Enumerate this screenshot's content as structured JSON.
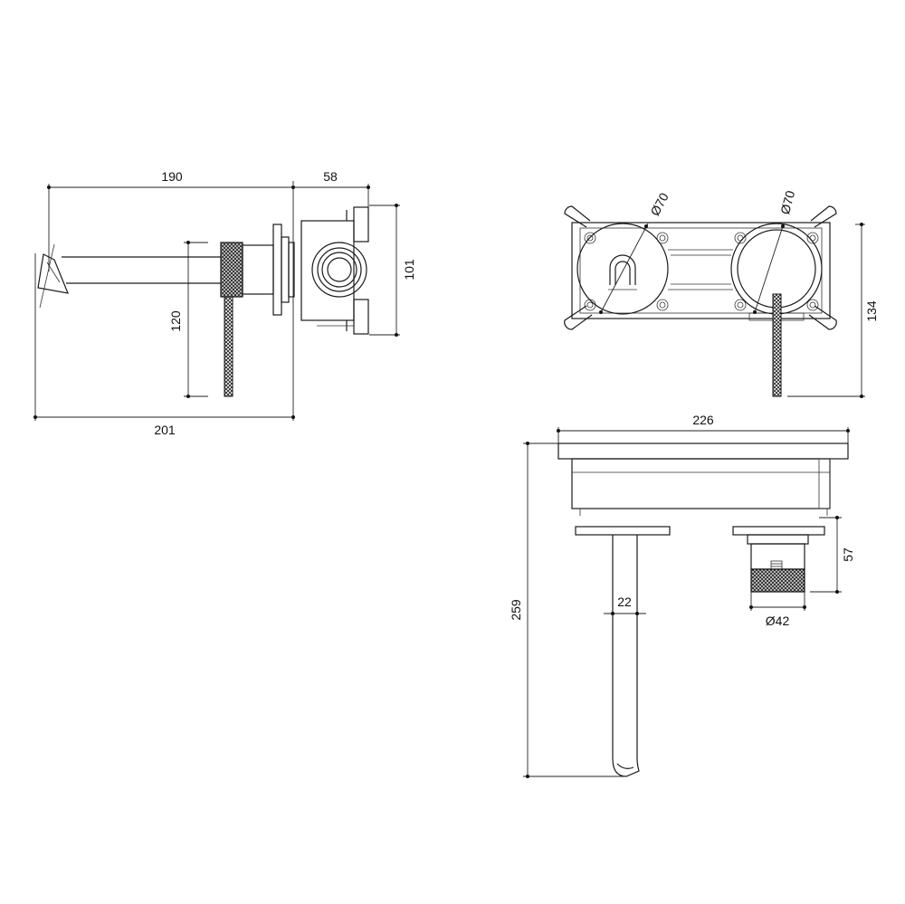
{
  "side_view": {
    "dim_spout_length": "190",
    "dim_body_depth": "58",
    "dim_body_height": "101",
    "dim_handle_drop": "120",
    "dim_total_length": "201"
  },
  "front_view": {
    "dim_left_plate_diameter": "Ø70",
    "dim_right_plate_diameter": "Ø70",
    "dim_overall_height": "134"
  },
  "top_view": {
    "dim_plate_width": "226",
    "dim_total_depth": "259",
    "dim_spout_diameter": "22",
    "dim_control_depth": "57",
    "dim_control_diameter": "Ø42"
  }
}
